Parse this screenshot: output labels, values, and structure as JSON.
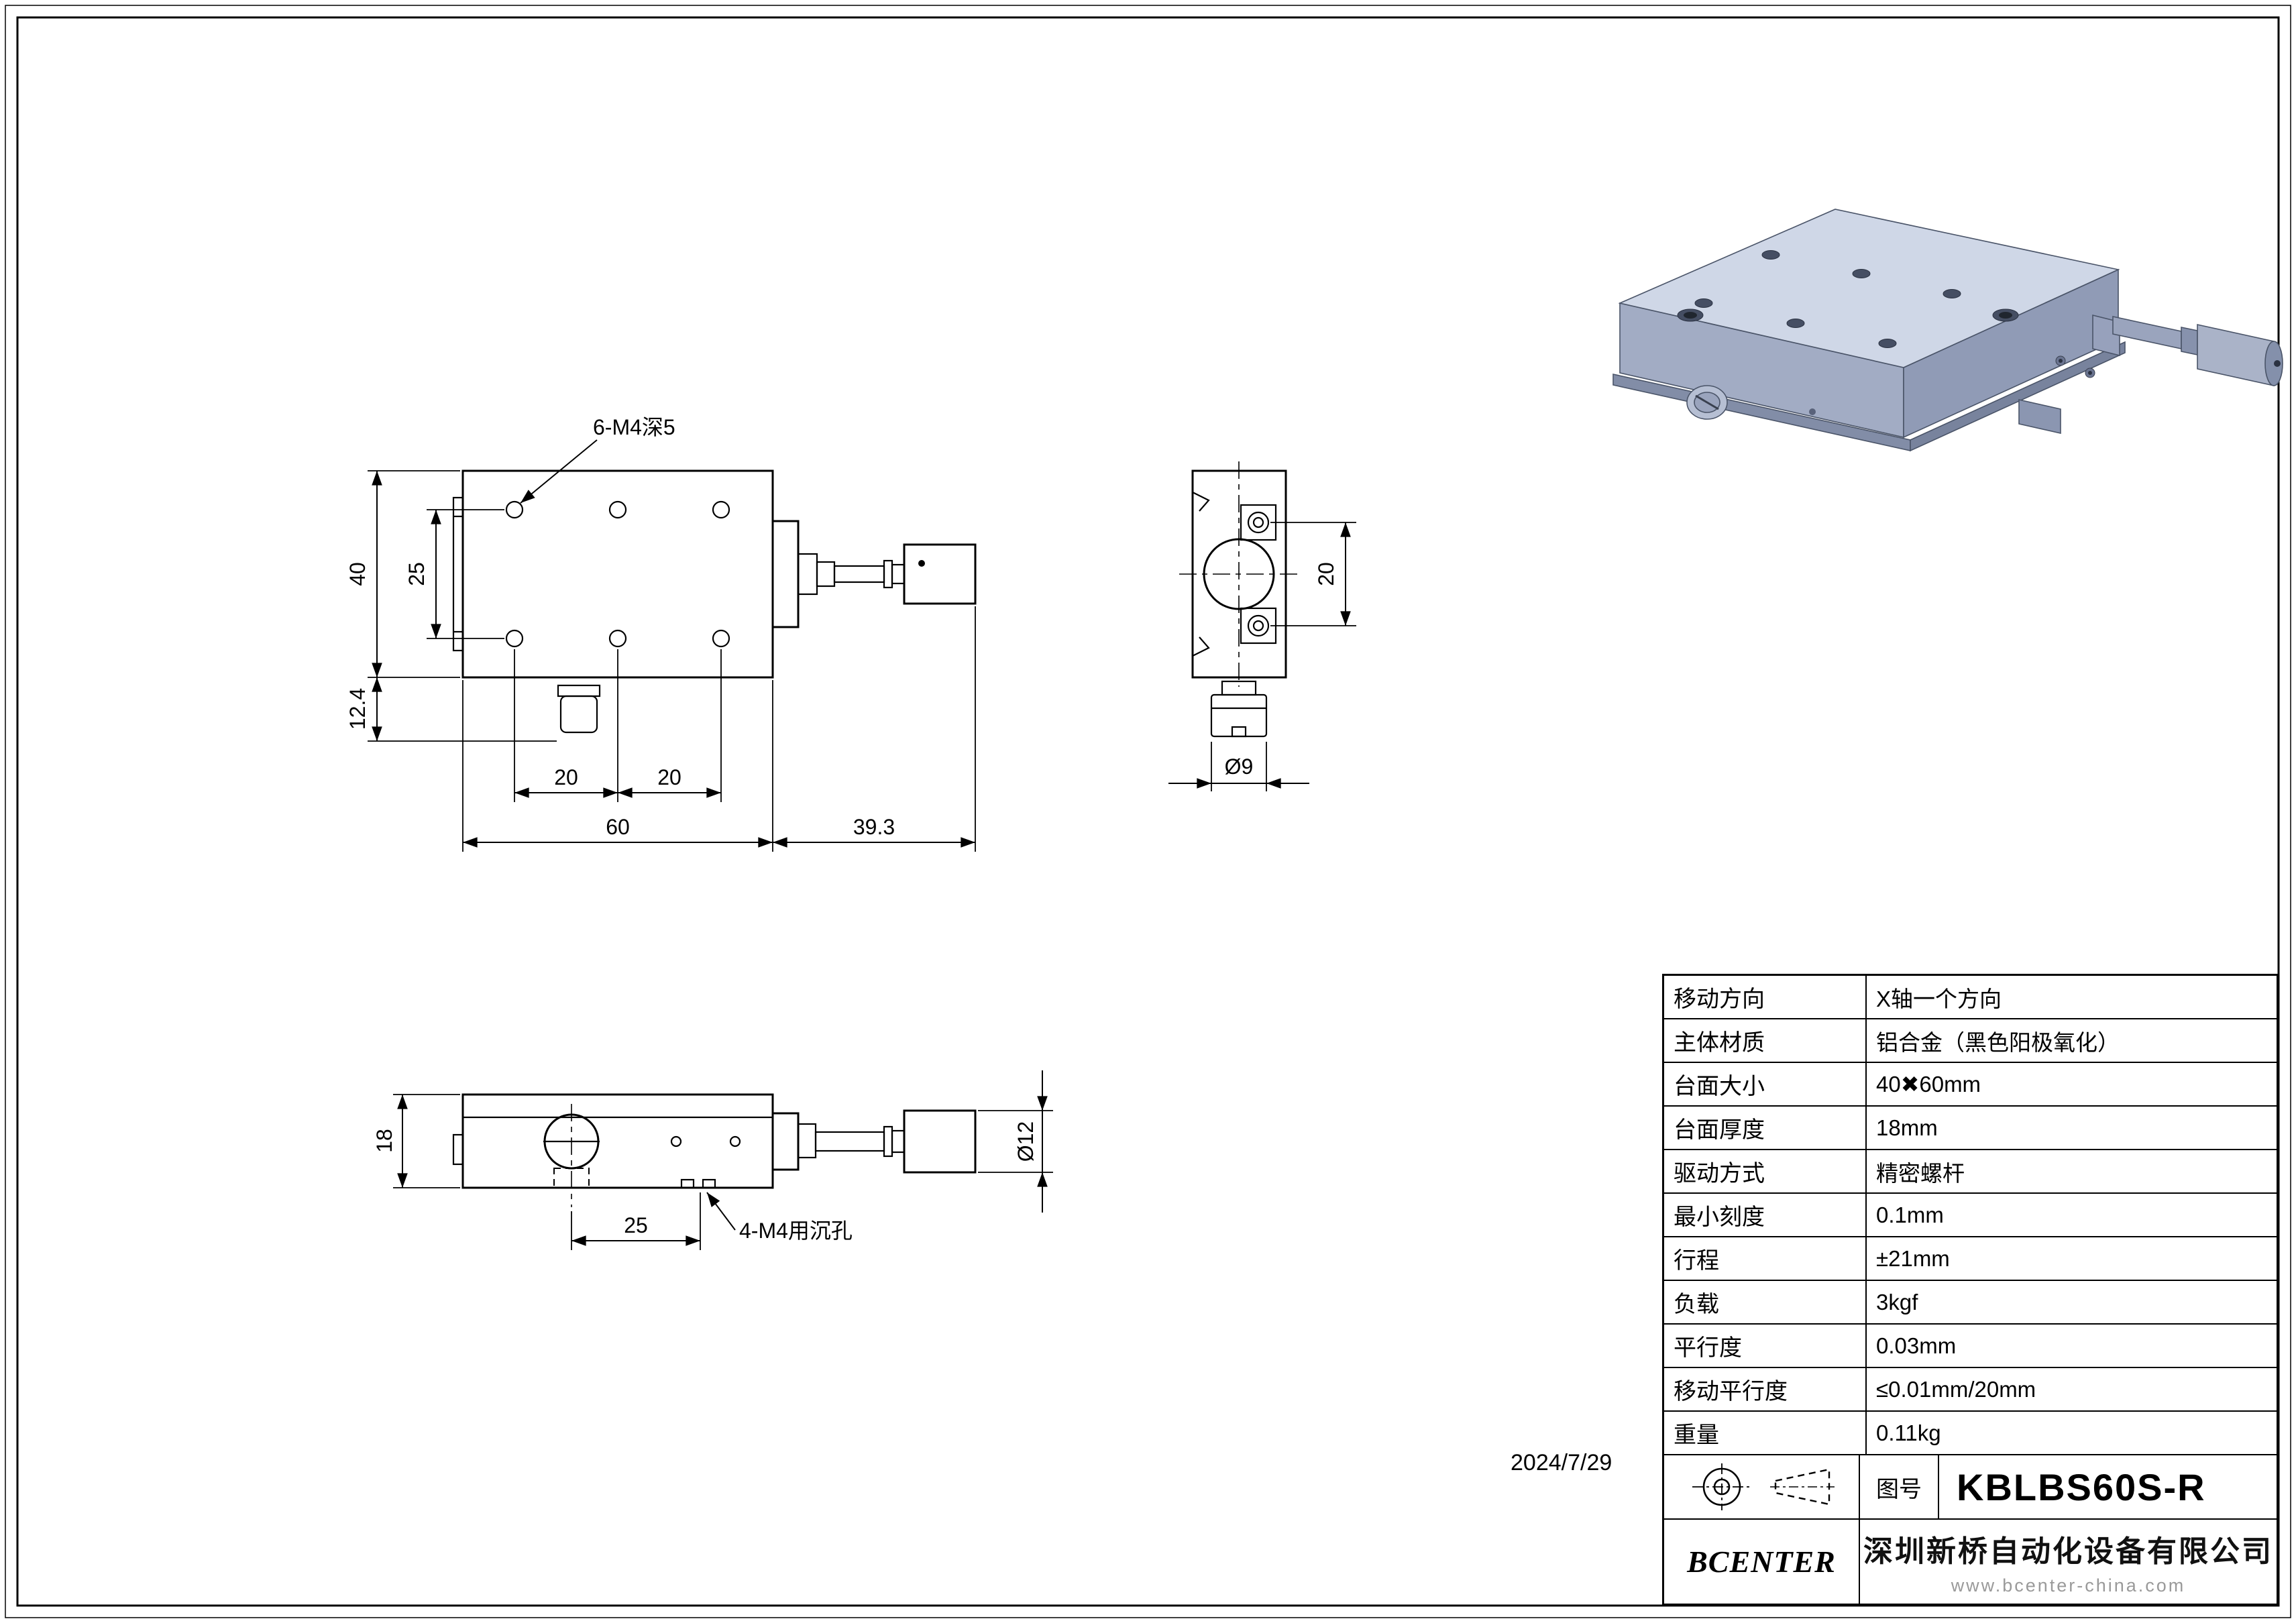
{
  "sheet": {
    "date": "2024/7/29"
  },
  "views": {
    "top_view": {
      "hole_callout": "6-M4深5",
      "dim_height": "40",
      "dim_hole_row_spacing": "25",
      "dim_knob_offset": "12.4",
      "dim_hole_col_left": "20",
      "dim_hole_col_right": "20",
      "dim_width": "60",
      "dim_knob_length": "39.3"
    },
    "side_view": {
      "dim_screw_spacing": "20",
      "dim_knob_dia": "Ø9"
    },
    "front_view": {
      "dim_thickness": "18",
      "dim_hole_offset": "25",
      "dim_handle_dia": "Ø12",
      "counterbore_callout": "4-M4用沉孔"
    }
  },
  "spec_table": {
    "rows": [
      {
        "label": "移动方向",
        "value": "X轴一个方向"
      },
      {
        "label": "主体材质",
        "value": "铝合金（黑色阳极氧化）"
      },
      {
        "label": "台面大小",
        "value": "40✖60mm"
      },
      {
        "label": "台面厚度",
        "value": "18mm"
      },
      {
        "label": "驱动方式",
        "value": "精密螺杆"
      },
      {
        "label": "最小刻度",
        "value": "0.1mm"
      },
      {
        "label": "行程",
        "value": "±21mm"
      },
      {
        "label": "负载",
        "value": "3kgf"
      },
      {
        "label": "平行度",
        "value": "0.03mm"
      },
      {
        "label": "移动平行度",
        "value": "≤0.01mm/20mm"
      },
      {
        "label": "重量",
        "value": "0.11kg"
      }
    ]
  },
  "title_block": {
    "drawing_no_label": "图号",
    "drawing_no": "KBLBS60S-R",
    "brand": "BCENTER",
    "company": "深圳新桥自动化设备有限公司",
    "website": "www.bcenter-china.com"
  }
}
